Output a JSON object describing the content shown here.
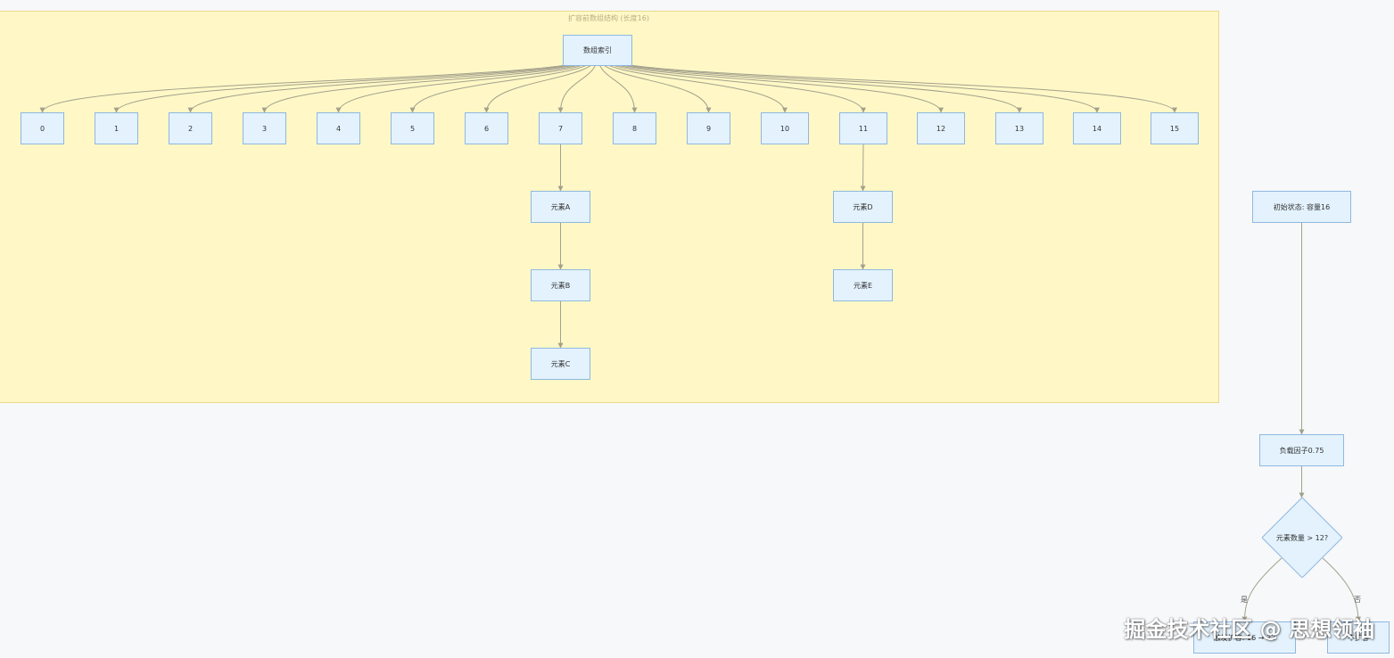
{
  "cluster": {
    "title": "扩容前数组结构 (长度16)"
  },
  "nodes": {
    "root": "数组索引",
    "idx": [
      "0",
      "1",
      "2",
      "3",
      "4",
      "5",
      "6",
      "7",
      "8",
      "9",
      "10",
      "11",
      "12",
      "13",
      "14",
      "15"
    ],
    "elemA": "元素A",
    "elemB": "元素B",
    "elemC": "元素C",
    "elemD": "元素D",
    "elemE": "元素E",
    "init": "初始状态: 容量16",
    "load": "负载因子0.75",
    "decision": "元素数量 > 12?",
    "yes_target": "触发扩容: 16 → 32",
    "no_target": "不扩容"
  },
  "edge_labels": {
    "yes": "是",
    "no": "否"
  },
  "colors": {
    "node_fill": "#e3f2fd",
    "node_border": "#8fb8e0",
    "cluster_fill": "#fff8c6",
    "edge": "#a3a08c"
  },
  "watermark": "掘金技术社区 @ 思想领袖"
}
